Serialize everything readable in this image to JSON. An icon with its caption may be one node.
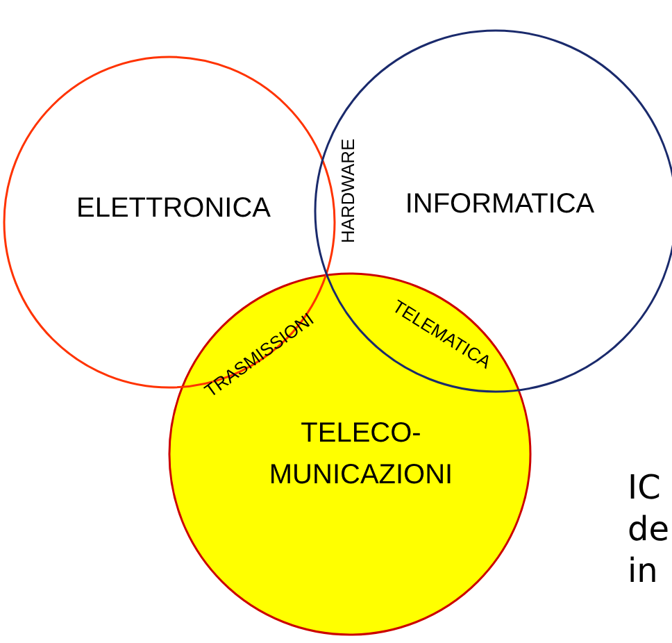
{
  "diagram": {
    "nodes": [
      {
        "text": [
          "ELETTRONICA"
        ]
      },
      {
        "text": [
          "INFORMATICA"
        ]
      },
      {
        "text": [
          "TELECO- MUNICAZIONI"
        ]
      }
    ],
    "labels": [
      "HARDWARE",
      "TRASMISSIONI",
      "TELEMATICA",
      "IC",
      "de",
      "in"
    ]
  }
}
